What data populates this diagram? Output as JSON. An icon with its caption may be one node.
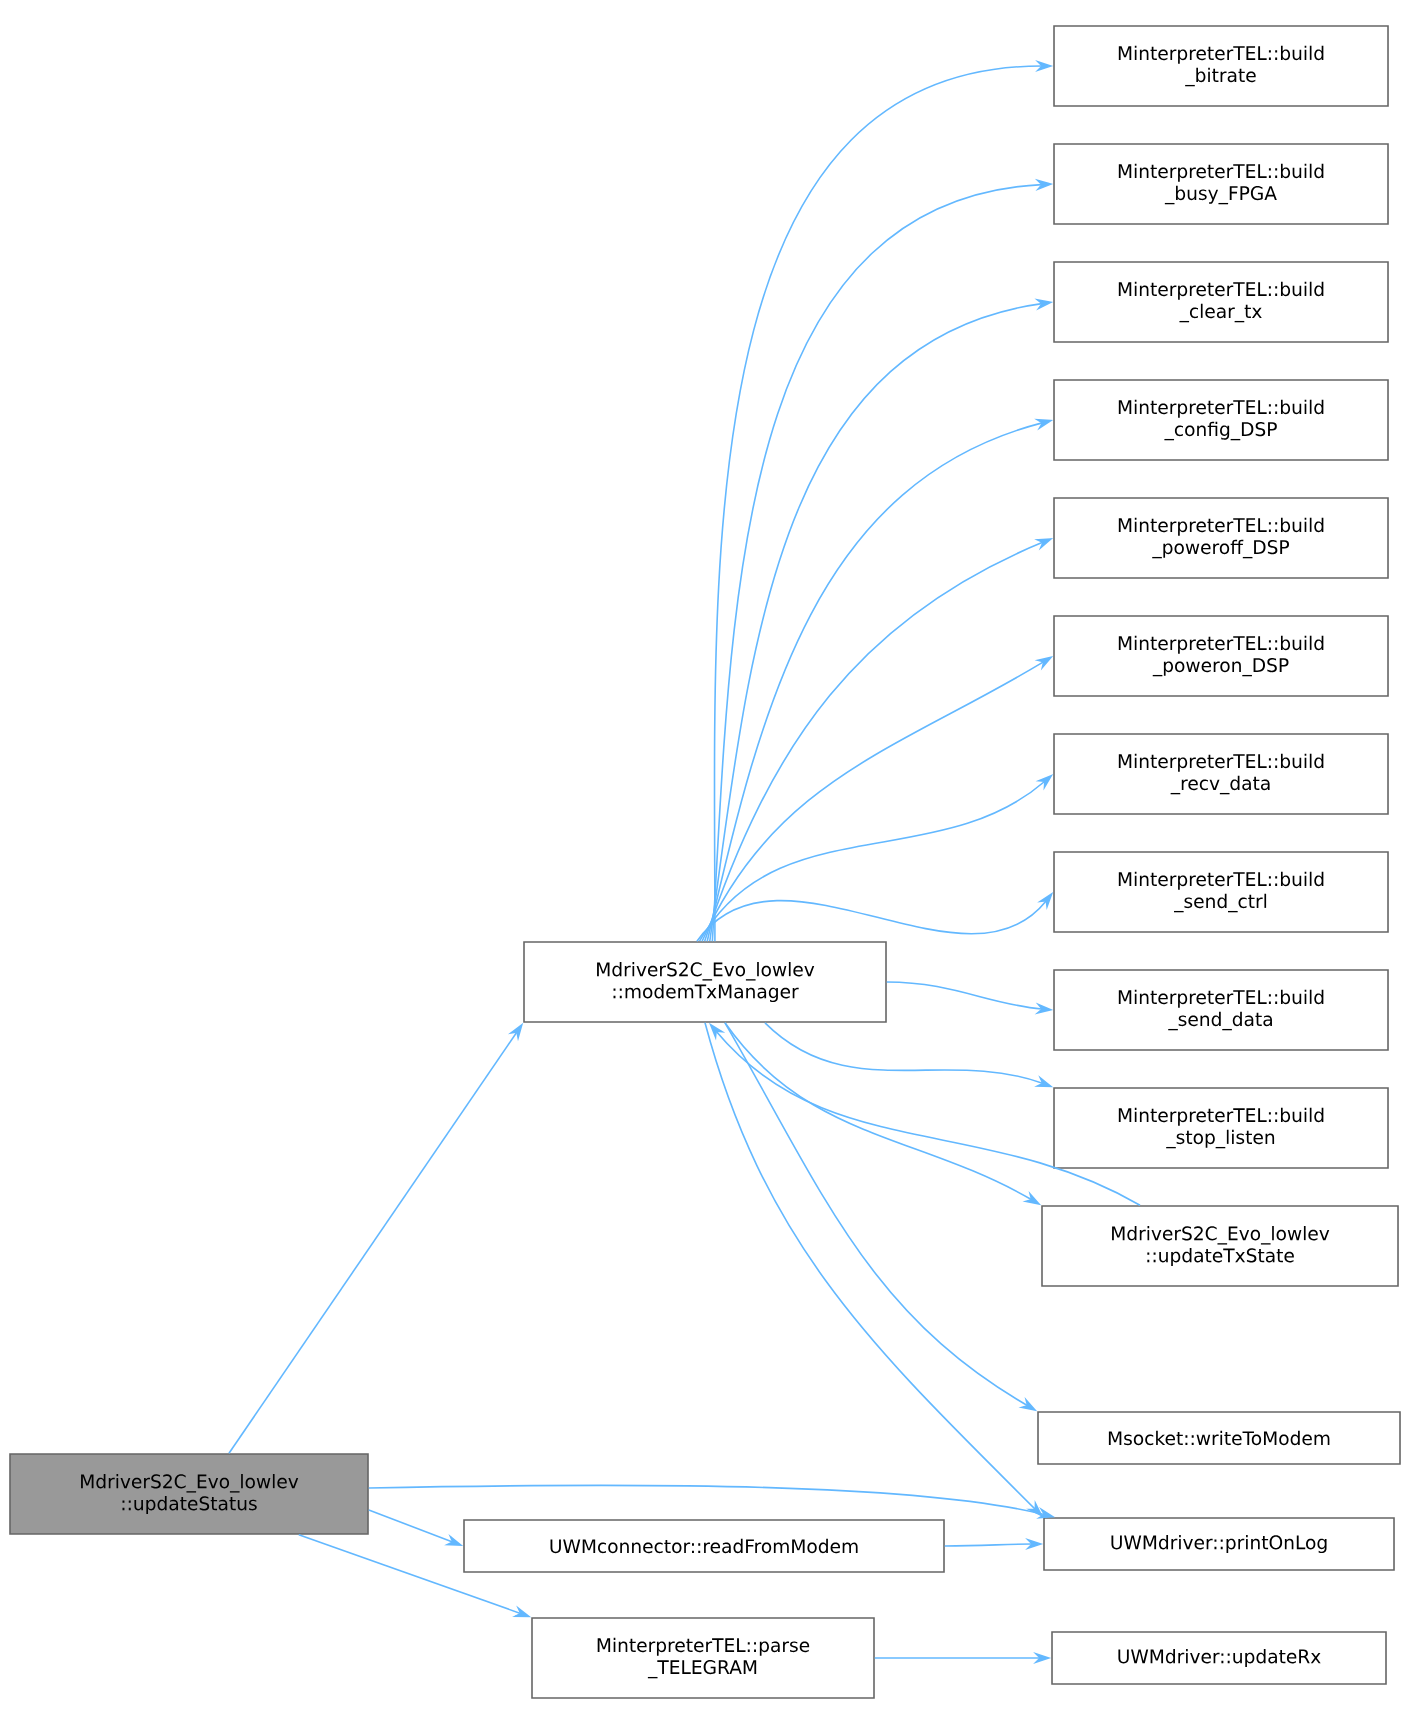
{
  "diagram": {
    "nodes": [
      {
        "text": [
          "MdriverS2C_Evo_lowlev ::updateStatus"
        ]
      },
      {
        "text": [
          "MdriverS2C_Evo_lowlev ::modemTxManager"
        ]
      },
      {
        "text": [
          "UWMconnector::readFromModem"
        ]
      },
      {
        "text": [
          "MinterpreterTEL::parse _TELEGRAM"
        ]
      },
      {
        "text": [
          "MinterpreterTEL::build _bitrate"
        ]
      },
      {
        "text": [
          "MinterpreterTEL::build _busy_FPGA"
        ]
      },
      {
        "text": [
          "MinterpreterTEL::build _clear_tx"
        ]
      },
      {
        "text": [
          "MinterpreterTEL::build _config_DSP"
        ]
      },
      {
        "text": [
          "MinterpreterTEL::build _poweroff_DSP"
        ]
      },
      {
        "text": [
          "MinterpreterTEL::build _poweron_DSP"
        ]
      },
      {
        "text": [
          "MinterpreterTEL::build _recv_data"
        ]
      },
      {
        "text": [
          "MinterpreterTEL::build _send_ctrl"
        ]
      },
      {
        "text": [
          "MinterpreterTEL::build _send_data"
        ]
      },
      {
        "text": [
          "MinterpreterTEL::build _stop_listen"
        ]
      },
      {
        "text": [
          "MdriverS2C_Evo_lowlev ::updateTxState"
        ]
      },
      {
        "text": [
          "Msocket::writeToModem"
        ]
      },
      {
        "text": [
          "UWMdriver::printOnLog"
        ]
      },
      {
        "text": [
          "UWMdriver::updateRx"
        ]
      }
    ],
    "edges": [
      {
        "from": 0,
        "to": 1,
        "arrow": "to"
      },
      {
        "from": 0,
        "to": 16,
        "arrow": "to"
      },
      {
        "from": 0,
        "to": 2,
        "arrow": "to"
      },
      {
        "from": 0,
        "to": 3,
        "arrow": "to"
      },
      {
        "from": 1,
        "to": 4,
        "arrow": "to"
      },
      {
        "from": 1,
        "to": 5,
        "arrow": "to"
      },
      {
        "from": 1,
        "to": 6,
        "arrow": "to"
      },
      {
        "from": 1,
        "to": 7,
        "arrow": "to"
      },
      {
        "from": 1,
        "to": 8,
        "arrow": "to"
      },
      {
        "from": 1,
        "to": 9,
        "arrow": "to"
      },
      {
        "from": 1,
        "to": 10,
        "arrow": "to"
      },
      {
        "from": 1,
        "to": 11,
        "arrow": "to"
      },
      {
        "from": 1,
        "to": 12,
        "arrow": "to"
      },
      {
        "from": 1,
        "to": 13,
        "arrow": "to"
      },
      {
        "from": 1,
        "to": 14,
        "arrow": "to"
      },
      {
        "from": 14,
        "to": 1,
        "arrow": "to"
      },
      {
        "from": 1,
        "to": 15,
        "arrow": "to"
      },
      {
        "from": 1,
        "to": 16,
        "arrow": "to"
      },
      {
        "from": 2,
        "to": 16,
        "arrow": "to"
      },
      {
        "from": 3,
        "to": 17,
        "arrow": "to"
      }
    ]
  }
}
